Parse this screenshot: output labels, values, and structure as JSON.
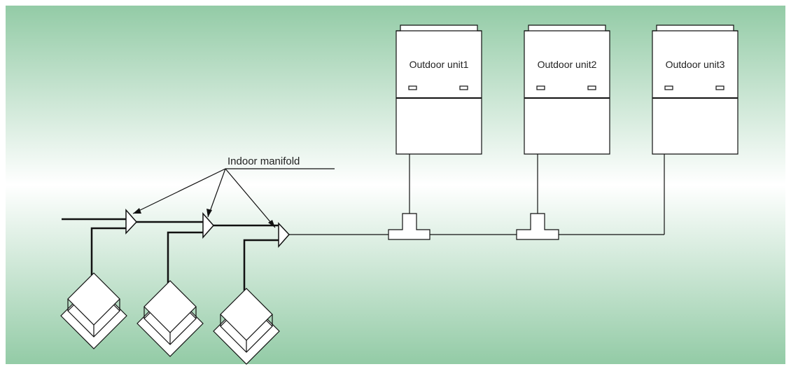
{
  "diagram": {
    "annotation": "Indoor manifold",
    "outdoor_units": [
      {
        "label": "Outdoor unit1"
      },
      {
        "label": "Outdoor unit2"
      },
      {
        "label": "Outdoor unit3"
      }
    ],
    "colors": {
      "background_edge": "#93cba6",
      "background_center": "#ffffff",
      "line": "#111111",
      "unit_fill": "#ffffff"
    }
  }
}
